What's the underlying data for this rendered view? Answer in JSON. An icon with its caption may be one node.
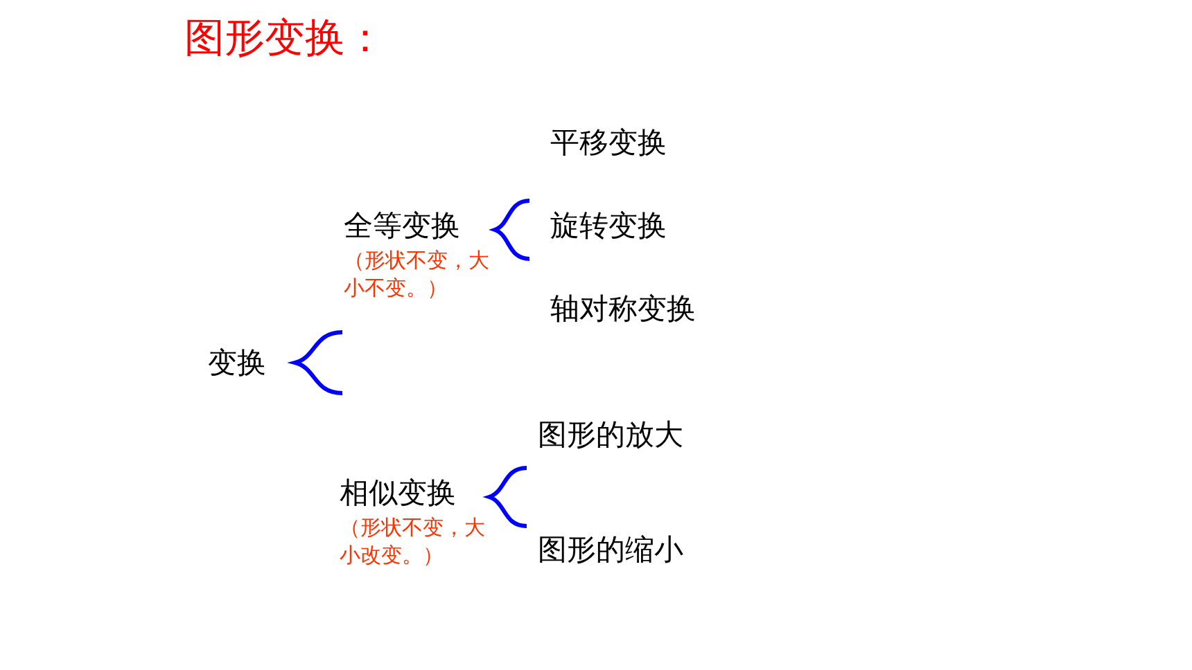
{
  "diagram": {
    "title": "图形变换：",
    "nodes": [
      {
        "text": [
          "变换"
        ]
      },
      {
        "text": [
          "全等变换"
        ],
        "beside": [
          "（形状不变，大小不变。）"
        ]
      },
      {
        "text": [
          "相似变换"
        ],
        "beside": [
          "（形状不变，大小改变。）"
        ]
      },
      {
        "text": [
          "平移变换"
        ]
      },
      {
        "text": [
          "旋转变换"
        ]
      },
      {
        "text": [
          "轴对称变换"
        ]
      },
      {
        "text": [
          "图形的放大"
        ]
      },
      {
        "text": [
          "图形的缩小"
        ]
      }
    ]
  }
}
